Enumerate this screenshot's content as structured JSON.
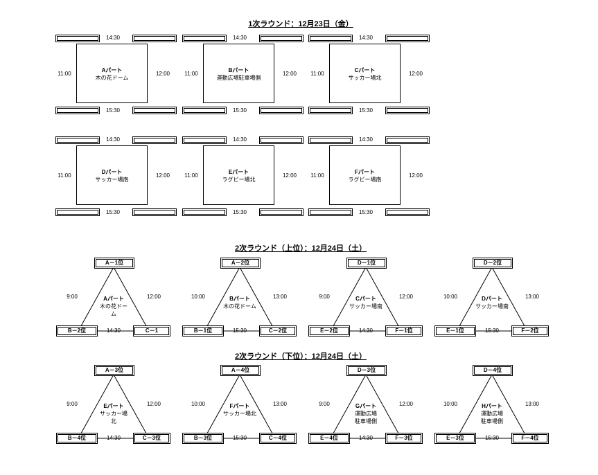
{
  "round1": {
    "title": "1次ラウンド：12月23日（金）",
    "parts": [
      {
        "top": "14:30",
        "left": "11:00",
        "right": "12:00",
        "bottom": "15:30",
        "name": "Aパート",
        "venue": "木の花ドーム"
      },
      {
        "top": "14:30",
        "left": "11:00",
        "right": "12:00",
        "bottom": "15:30",
        "name": "Bパート",
        "venue": "運動広場駐車場側"
      },
      {
        "top": "14:30",
        "left": "11:00",
        "right": "12:00",
        "bottom": "15:30",
        "name": "Cパート",
        "venue": "サッカー場北"
      },
      {
        "top": "14:30",
        "left": "11:00",
        "right": "12:00",
        "bottom": "15:30",
        "name": "Dパート",
        "venue": "サッカー場南"
      },
      {
        "top": "14:30",
        "left": "11:00",
        "right": "12:00",
        "bottom": "15:30",
        "name": "Eパート",
        "venue": "ラグビー場北"
      },
      {
        "top": "14:30",
        "left": "11:00",
        "right": "12:00",
        "bottom": "15:30",
        "name": "Fパート",
        "venue": "ラグビー場南"
      }
    ]
  },
  "round2_upper": {
    "title": "2次ラウンド（上位）：12月24日（土）",
    "parts": [
      {
        "top": "A－1位",
        "bl": "B－2位",
        "br": "C－1",
        "left": "9:00",
        "right": "12:00",
        "bottom": "14:30",
        "name": "Aパート",
        "venue1": "木の花ドー",
        "venue2": "ム"
      },
      {
        "top": "A－2位",
        "bl": "B－1位",
        "br": "C－2位",
        "left": "10:00",
        "right": "13:00",
        "bottom": "15:30",
        "name": "Bパート",
        "venue1": "木の花ドーム",
        "venue2": ""
      },
      {
        "top": "D－1位",
        "bl": "E－2位",
        "br": "F－1位",
        "left": "9:00",
        "right": "12:00",
        "bottom": "14:30",
        "name": "Cパート",
        "venue1": "サッカー場南",
        "venue2": ""
      },
      {
        "top": "D－2位",
        "bl": "E－1位",
        "br": "F－2位",
        "left": "10:00",
        "right": "13:00",
        "bottom": "15:30",
        "name": "Dパート",
        "venue1": "サッカー場南",
        "venue2": ""
      }
    ]
  },
  "round2_lower": {
    "title": "2次ラウンド（下位）：12月24日（土）",
    "parts": [
      {
        "top": "A－3位",
        "bl": "B－4位",
        "br": "C－3位",
        "left": "9:00",
        "right": "12:00",
        "bottom": "14:30",
        "name": "Eパート",
        "venue1": "サッカー場",
        "venue2": "北"
      },
      {
        "top": "A－4位",
        "bl": "B－3位",
        "br": "C－4位",
        "left": "10:00",
        "right": "13:00",
        "bottom": "15:30",
        "name": "Fパート",
        "venue1": "サッカー場北",
        "venue2": ""
      },
      {
        "top": "D－3位",
        "bl": "E－4位",
        "br": "F－3位",
        "left": "9:00",
        "right": "12:00",
        "bottom": "14:30",
        "name": "Gパート",
        "venue1": "運動広場",
        "venue2": "駐車場側"
      },
      {
        "top": "D－4位",
        "bl": "E－3位",
        "br": "F－4位",
        "left": "10:00",
        "right": "13:00",
        "bottom": "15:30",
        "name": "Hパート",
        "venue1": "運動広場",
        "venue2": "駐車場側"
      }
    ]
  }
}
